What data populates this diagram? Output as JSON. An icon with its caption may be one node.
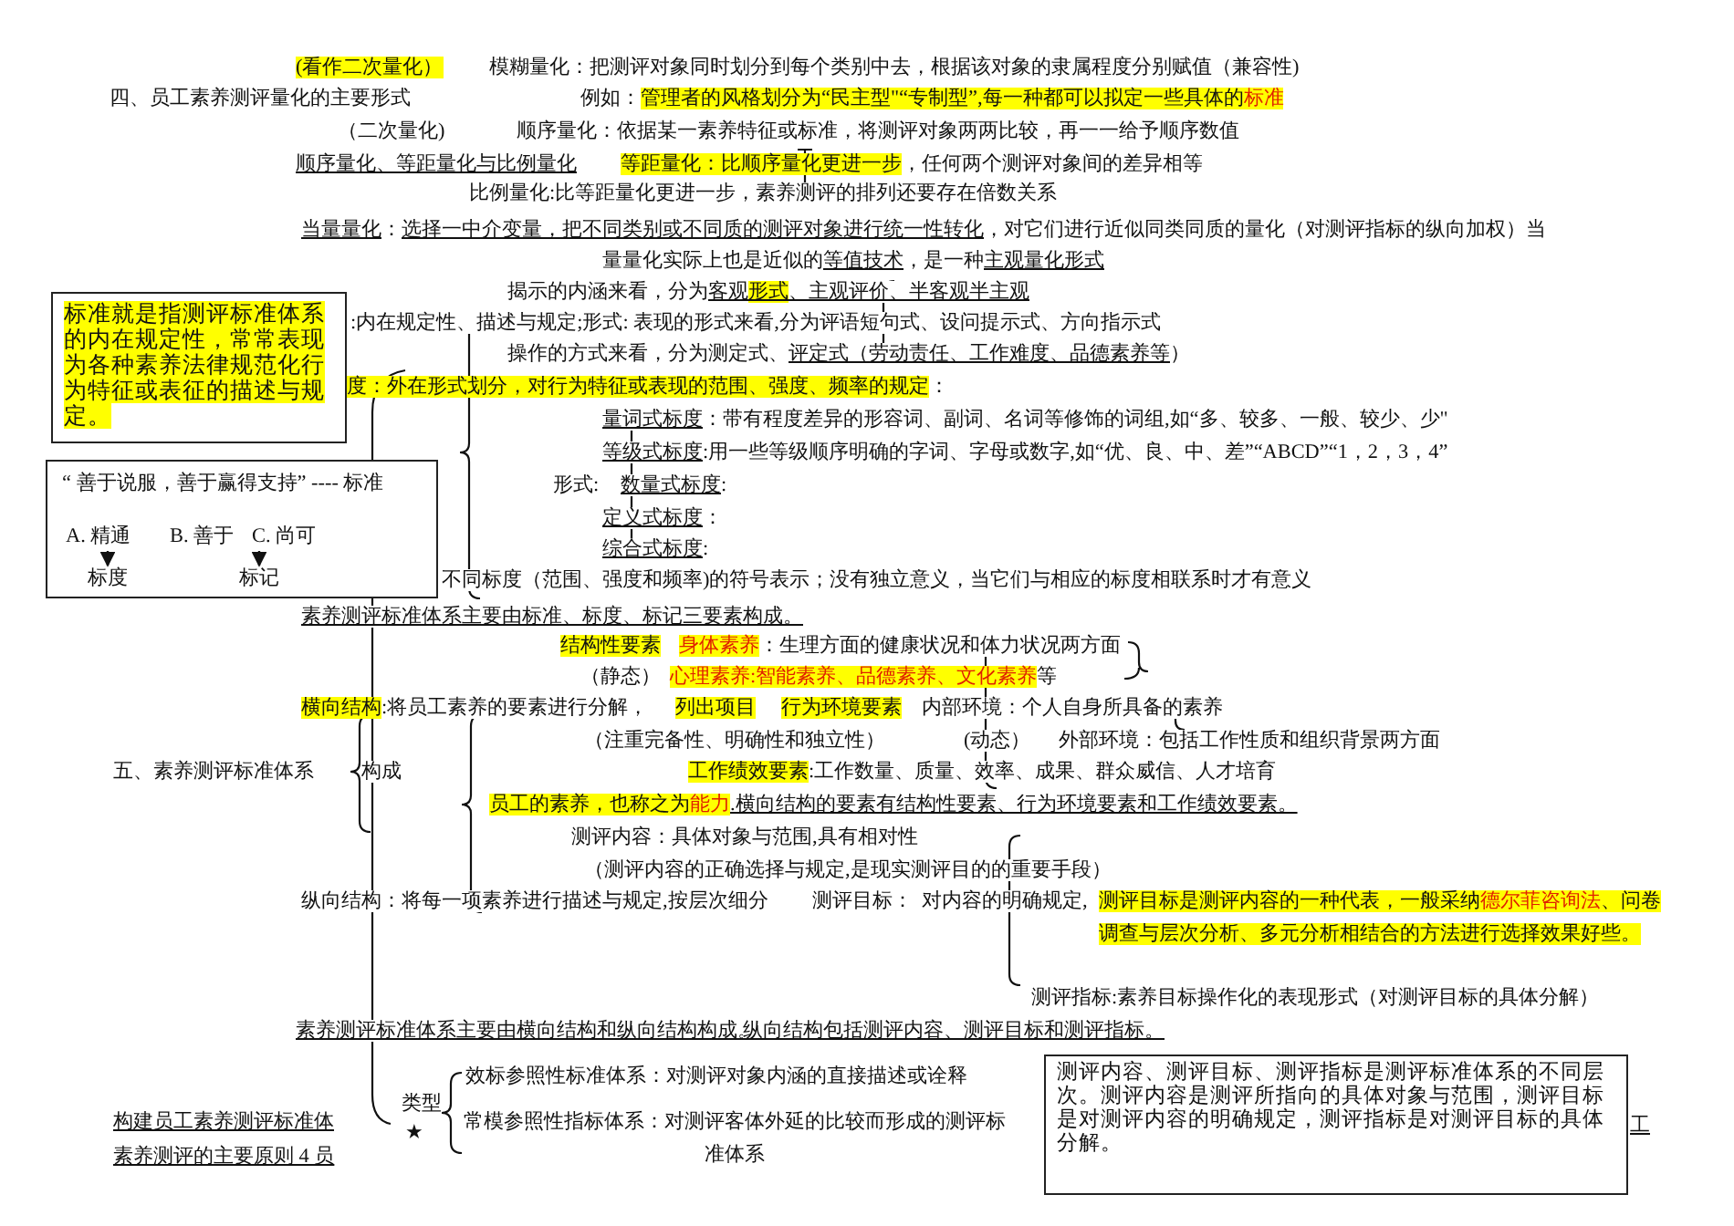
{
  "diagram": {
    "nodes": [
      {
        "text": [
          "标准就是指测评标准体系的内在规定性，常常表现为各种素养法律规范化行为特征或表征的描述与规定。"
        ]
      },
      {
        "text": [
          "“ 善于说服，善于赢得支持” ---- 标准"
        ]
      },
      {
        "text": [
          "A. 精通"
        ],
        "in": 1
      },
      {
        "text": [
          "B. 善于"
        ],
        "in": 1
      },
      {
        "text": [
          "C. 尚可"
        ],
        "in": 1
      },
      {
        "text": [
          "标度"
        ],
        "in": 1
      },
      {
        "text": [
          "标记"
        ],
        "in": 1
      },
      {
        "text": [
          "测评内容、测评目标、测评指标是测评标准体系的不同层次。测评内容是测评所指向的具体对象与范围，测评目标是对测评内容的明确规定，测评指标是对测评目标的具体分解。"
        ]
      }
    ],
    "edges": [
      {
        "from": 2,
        "to": 5,
        "arrow": "to"
      },
      {
        "from": 4,
        "to": 6,
        "arrow": "to"
      }
    ],
    "labels": [
      "(看作二次量化）",
      "模糊量化：把测评对象同时划分到每个类别中去，根据该对象的隶属程度分别赋值（兼容性)",
      "四、员工素养测评量化的主要形式",
      "例如：",
      "管理者的风格划分为“民主型\"“专制型”,每一种都可以拟定一些具体的",
      "标准",
      "（二次量化)",
      "顺序量化：依据某一素养特征或标准，将测评对象两两比较，再一一给予顺序数值",
      "顺序量化、等距量化与比例量化",
      "等距量化：比顺序量化更进一步",
      "，任何两个测评对象间的差异相等",
      "比例量化:比等距量化更进一步，素养测评的排列还要存在倍数关系",
      "当量量化",
      "：",
      "选择一中介变量，把不同类别或不同质的测评对象进行统一性转化",
      "，对它们进行近似同类同质的量化（对测评指标的纵向加权）当",
      "量量化实际上也是近似的",
      "等值技术",
      "，是一种",
      "主观量化形式",
      "揭示的内涵来看，分为",
      "客观",
      "形式",
      "、主观评价、半客观半主观",
      ":内在规定性、描述与规定;形式: 表现的形式来看,分为评语短句式、设问提示式、方向指示式",
      "操作的方式来看，分为测定式、",
      "评定式（劳动责任、工作难度、品德素养等",
      "）",
      "度：外在形式划分，对行为特征或表现的范围、强度、频率的规定",
      "：",
      "量词式标度",
      "：带有程度差异的形容词、副词、名词等修饰的词组,如“多、较多、一般、较少、少\"",
      "等级式标度",
      ":用一些等级顺序明确的字词、字母或数字,如“优、良、中、差”“ABCD”“1，2，3，4”",
      "形式:",
      "数量式标度",
      ":",
      "定义式标度",
      "：",
      "综合式标度",
      ":",
      "不同标度（范围、强度和频率)的符号表示；没有独立意义，当它们与相应的标度相联系时才有意义",
      "素养测评标准体系主要由标准、标度、标记三要素构成。",
      "结构性要素",
      "身体素养",
      "：生理方面的健康状况和体力状况两方面",
      "（静态）",
      "心理素养:智能素养、品德素养、文化素养",
      "等",
      "横向结构",
      ":将员工素养的要素进行分解，",
      "列出项目",
      "行为环境要素",
      "内部环境：个人自身所具备的素养",
      "（注重完备性、明确性和独立性）",
      "(动态）",
      "外部环境：包括工作性质和组织背景两方面",
      "五、素养测评标准体系",
      "构成",
      "工作绩效要素",
      ":工作数量、质量、效率、成果、群众威信、人才培育",
      "员工的素养，也称之为",
      "能力",
      ".横向结构的要素有结构性要素、行为环境要素和工作绩效要素。",
      "测评内容：具体对象与范围,具有相对性",
      "（测评内容的正确选择与规定,是现实测评目的的重要手段）",
      "纵向结构：将每一项素养进行描述与规定,按层次细分",
      "测评目标：",
      "对内容的明确规定,",
      "测评目标是测评内容的一种代表，一般采纳",
      "德尔菲咨询法",
      "、问卷调查与层次分析、多元分析相结合的方法进行选择效果好些。",
      "测评指标:素养目标操作化的表现形式（对测评目标的具体分解）",
      "素养测评标准体系主要由横向结构和纵向结构构成。",
      "纵向结构包括测评内容、测评目标和测评指标。",
      "效标参照性标准体系：对测评对象内涵的直接描述或诠释",
      "类型",
      "构建员工素养测评标准体",
      "★",
      "常模参照性指标体系：对测评客体外延的比较而形成的测评标准体系",
      "工",
      "素养测评的主要原则 4 员"
    ]
  }
}
